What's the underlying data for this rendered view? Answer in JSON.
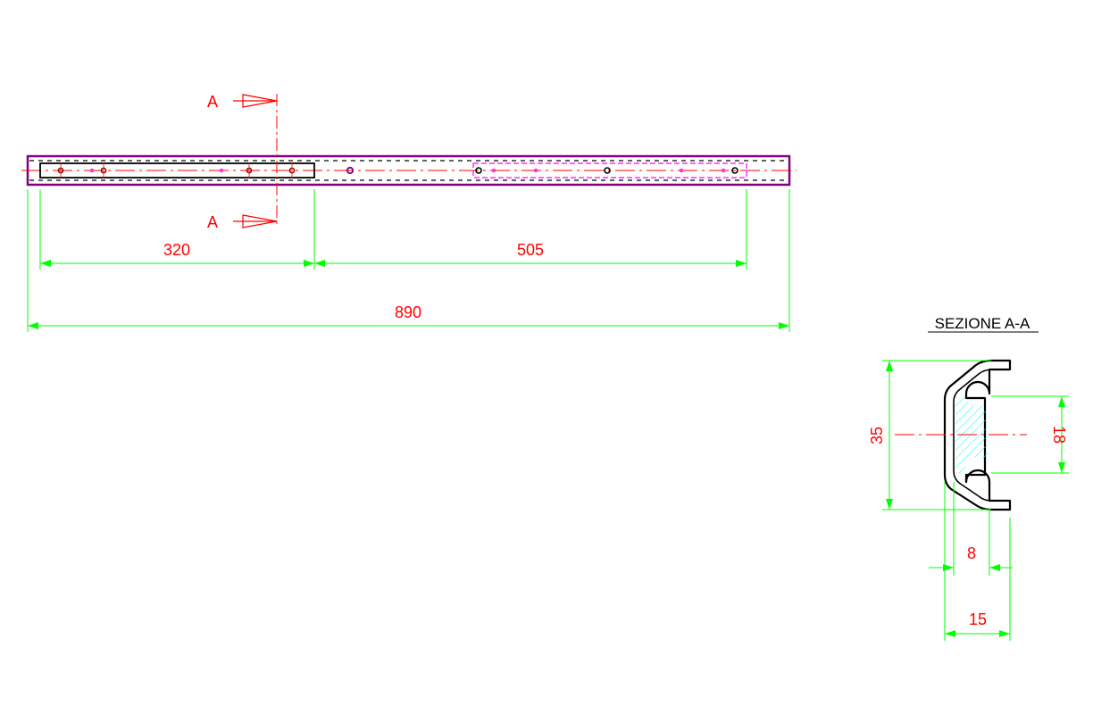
{
  "colors": {
    "dimension": "#00ff00",
    "text": "#ff0000",
    "centerline": "#ff0000",
    "outline": "#000000",
    "profile_edge": "#800080",
    "hidden": "#ff00ff",
    "hatch": "#00ffff"
  },
  "section_marks": {
    "top_label": "A",
    "bottom_label": "A"
  },
  "dimensions": {
    "d320": "320",
    "d505": "505",
    "d890": "890"
  },
  "section": {
    "title": "SEZIONE A-A",
    "d35": "35",
    "d18": "18",
    "d8": "8",
    "d15": "15"
  }
}
